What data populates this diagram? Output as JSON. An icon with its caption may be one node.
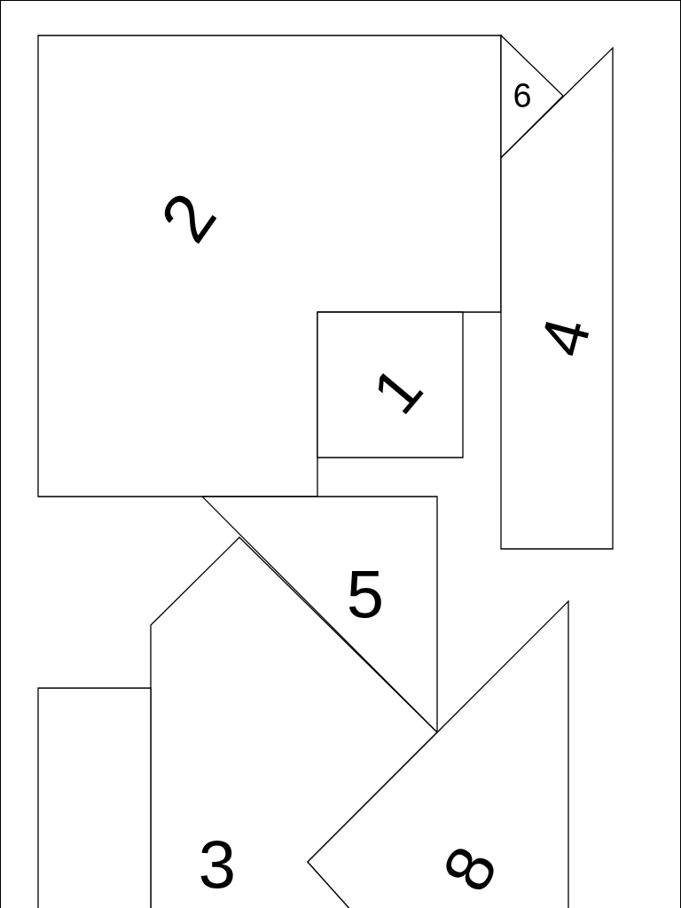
{
  "diagram": {
    "nodes": [
      {
        "text": [
          "2"
        ]
      },
      {
        "text": [
          "6"
        ]
      },
      {
        "text": [
          "4"
        ]
      },
      {
        "text": [
          "1"
        ]
      },
      {
        "text": [
          "5"
        ]
      },
      {
        "text": [
          "3"
        ]
      },
      {
        "text": [],
        "shape": "box"
      },
      {
        "text": [
          "8"
        ]
      }
    ]
  }
}
